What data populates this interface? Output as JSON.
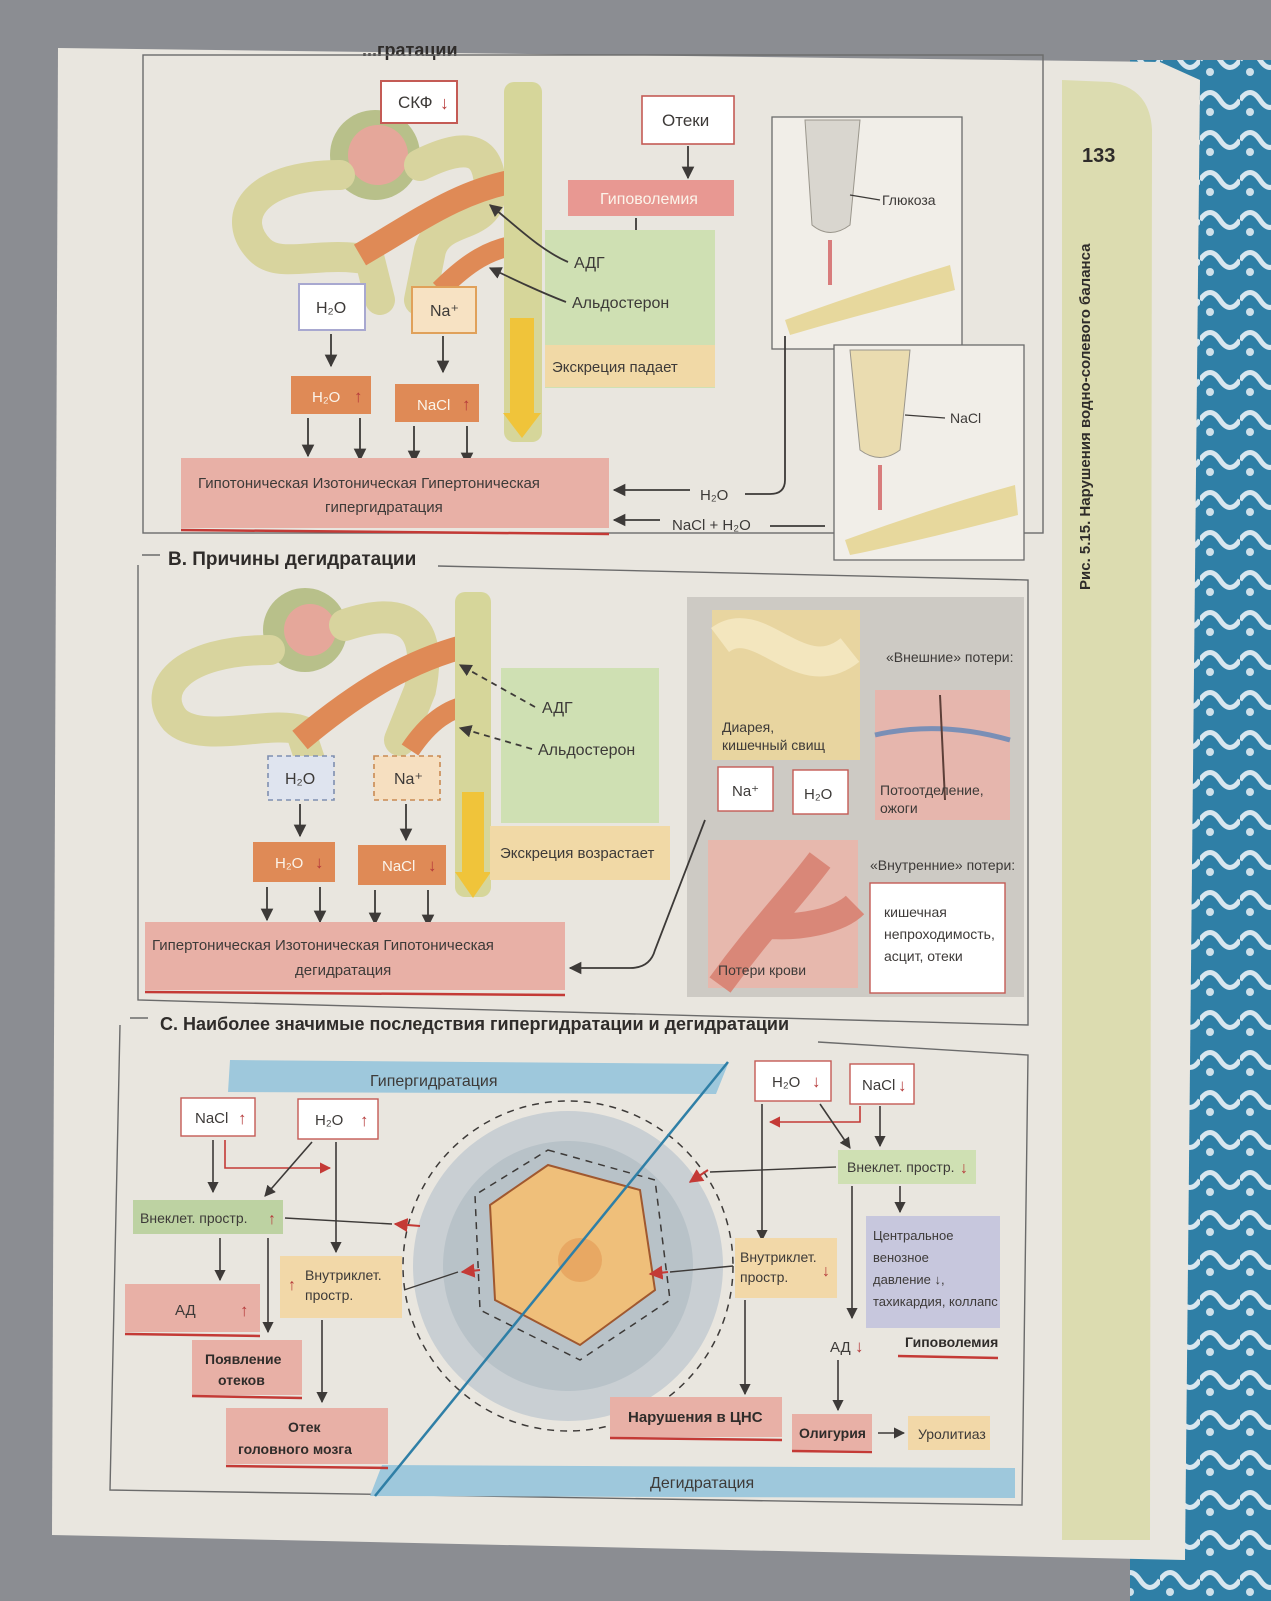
{
  "page": {
    "number": "133",
    "caption": "Рис. 5.15. Нарушения водно-солевого баланса"
  },
  "colors": {
    "paper": "#e9e5dd",
    "salmon": "#e2a89e",
    "orange": "#e08a55",
    "green": "#cfe0b3",
    "yellow": "#f1d9a6",
    "blue": "#5ea8c7",
    "tubule": "#d9d49a",
    "red": "#c43a36"
  },
  "icons": [
    "kidney-nephron-icon",
    "collecting-duct-icon",
    "iv-bag-icon",
    "cell-icon",
    "skin-icon",
    "intestine-icon",
    "vessel-icon"
  ],
  "sectionA": {
    "title_fragment": "...гратации",
    "gfr": "СКФ",
    "edema": "Отеки",
    "hypovolemia": "Гиповолемия",
    "adh": "АДГ",
    "aldosterone": "Альдостерон",
    "h2o": "H₂O",
    "na": "Na⁺",
    "h2o_up": "H₂O",
    "nacl_up": "NaCl",
    "excretion": "Экскреция падает",
    "types_line1": "Гипотоническая  Изотоническая  Гипертоническая",
    "types_line2": "гипергидратация",
    "glucose": "Глюкоза",
    "nacl_bag": "NaCl",
    "infusion1": "H₂O",
    "infusion2": "NaCl + H₂O"
  },
  "sectionB": {
    "title": "B. Причины дегидратации",
    "adh": "АДГ",
    "aldosterone": "Альдостерон",
    "h2o": "H₂O",
    "na": "Na⁺",
    "h2o_down": "H₂O",
    "nacl_down": "NaCl",
    "excretion": "Экскреция возрастает",
    "types_line1": "Гипертоническая  Изотоническая  Гипотоническая",
    "types_line2": "дегидратация",
    "external": "«Внешние» потери:",
    "diarrhea1": "Диарея,",
    "diarrhea2": "кишечный свищ",
    "na_box": "Na⁺",
    "h2o_box": "H₂O",
    "sweat1": "Потоотделение,",
    "sweat2": "ожоги",
    "internal": "«Внутренние» потери:",
    "blood": "Потери крови",
    "internal_list": [
      "кишечная",
      "непроходимость,",
      "асцит, отеки"
    ]
  },
  "sectionC": {
    "title": "С. Наиболее значимые последствия гипергидратации и дегидратации",
    "hyper": "Гипергидратация",
    "dehyd": "Дегидратация",
    "nacl_up": "NaCl",
    "h2o_up": "H₂O",
    "extra_up": "Внеклет. простр.",
    "intra_up_1": "Внутриклет.",
    "intra_up_2": "простр.",
    "ad_up": "АД",
    "edema_1": "Появление",
    "edema_2": "отеков",
    "brain_1": "Отек",
    "brain_2": "головного мозга",
    "h2o_down": "H₂O",
    "nacl_down": "NaCl",
    "extra_down": "Внеклет. простр.",
    "intra_down_1": "Внутриклет.",
    "intra_down_2": "простр.",
    "cvp": [
      "Центральное",
      "венозное",
      "давление ↓,",
      "тахикардия, коллапс"
    ],
    "hypovolemia": "Гиповолемия",
    "ad_down": "АД",
    "cns": "Нарушения в ЦНС",
    "oliguria": "Олигурия",
    "urolith": "Уролитиаз"
  }
}
